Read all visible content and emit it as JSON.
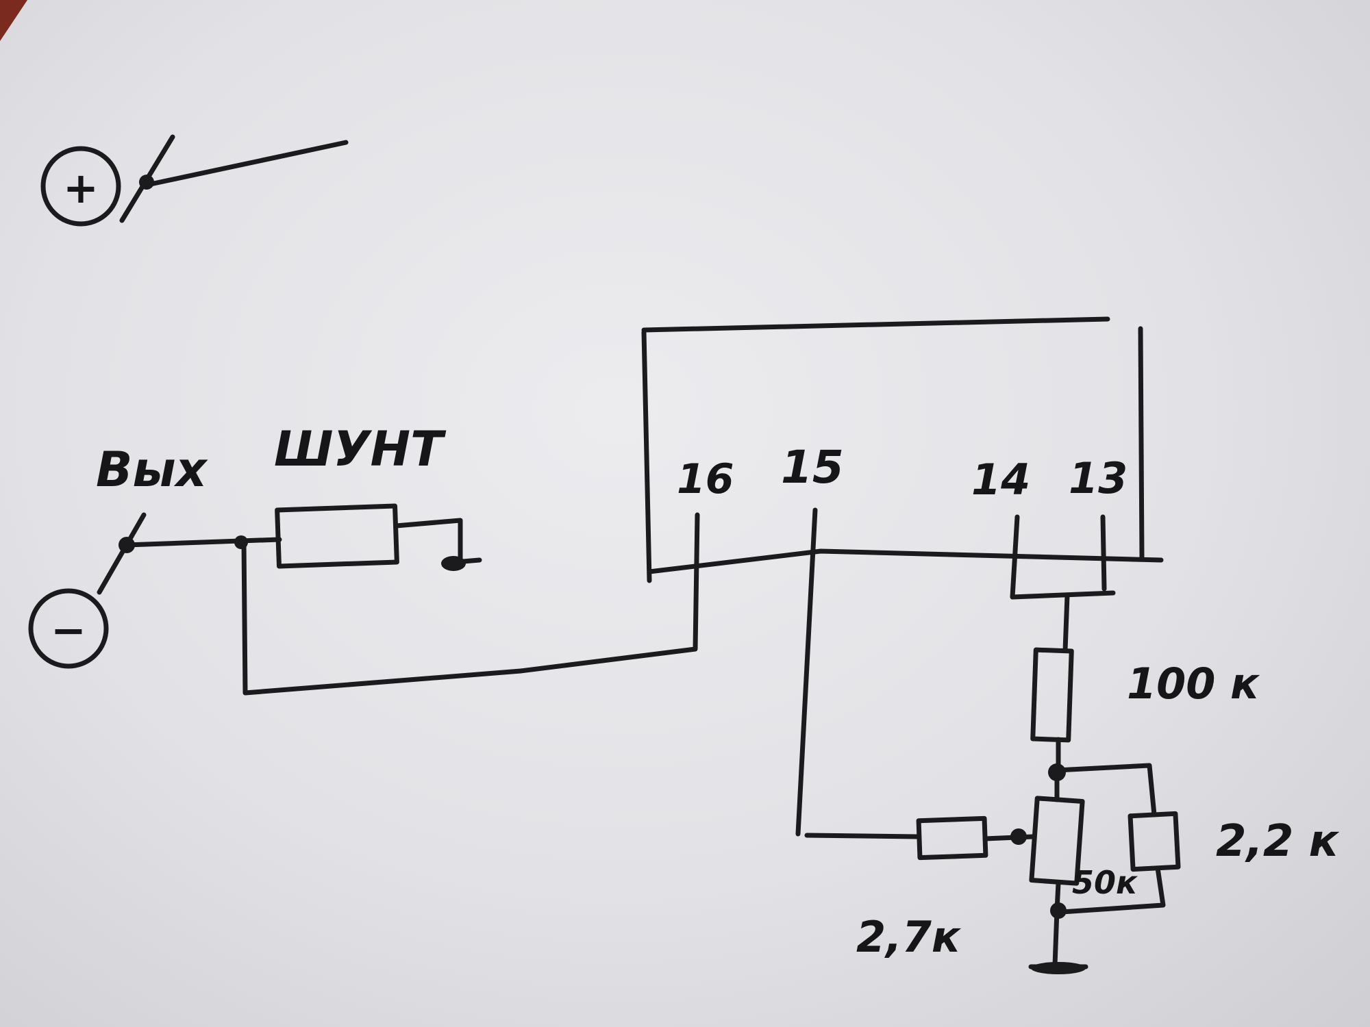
{
  "terminals": {
    "plus": "+",
    "minus": "−"
  },
  "labels": {
    "output": "Вых",
    "shunt": "ШУНТ",
    "r_top": "100 к",
    "r_parallel": "2,2 к",
    "pot": "50к",
    "r_bottom": "2,7к"
  },
  "chip_pins": [
    "16",
    "15",
    "14",
    "13"
  ],
  "colors": {
    "ink": "#1b1b1d",
    "paper": "#e6e6ea"
  }
}
